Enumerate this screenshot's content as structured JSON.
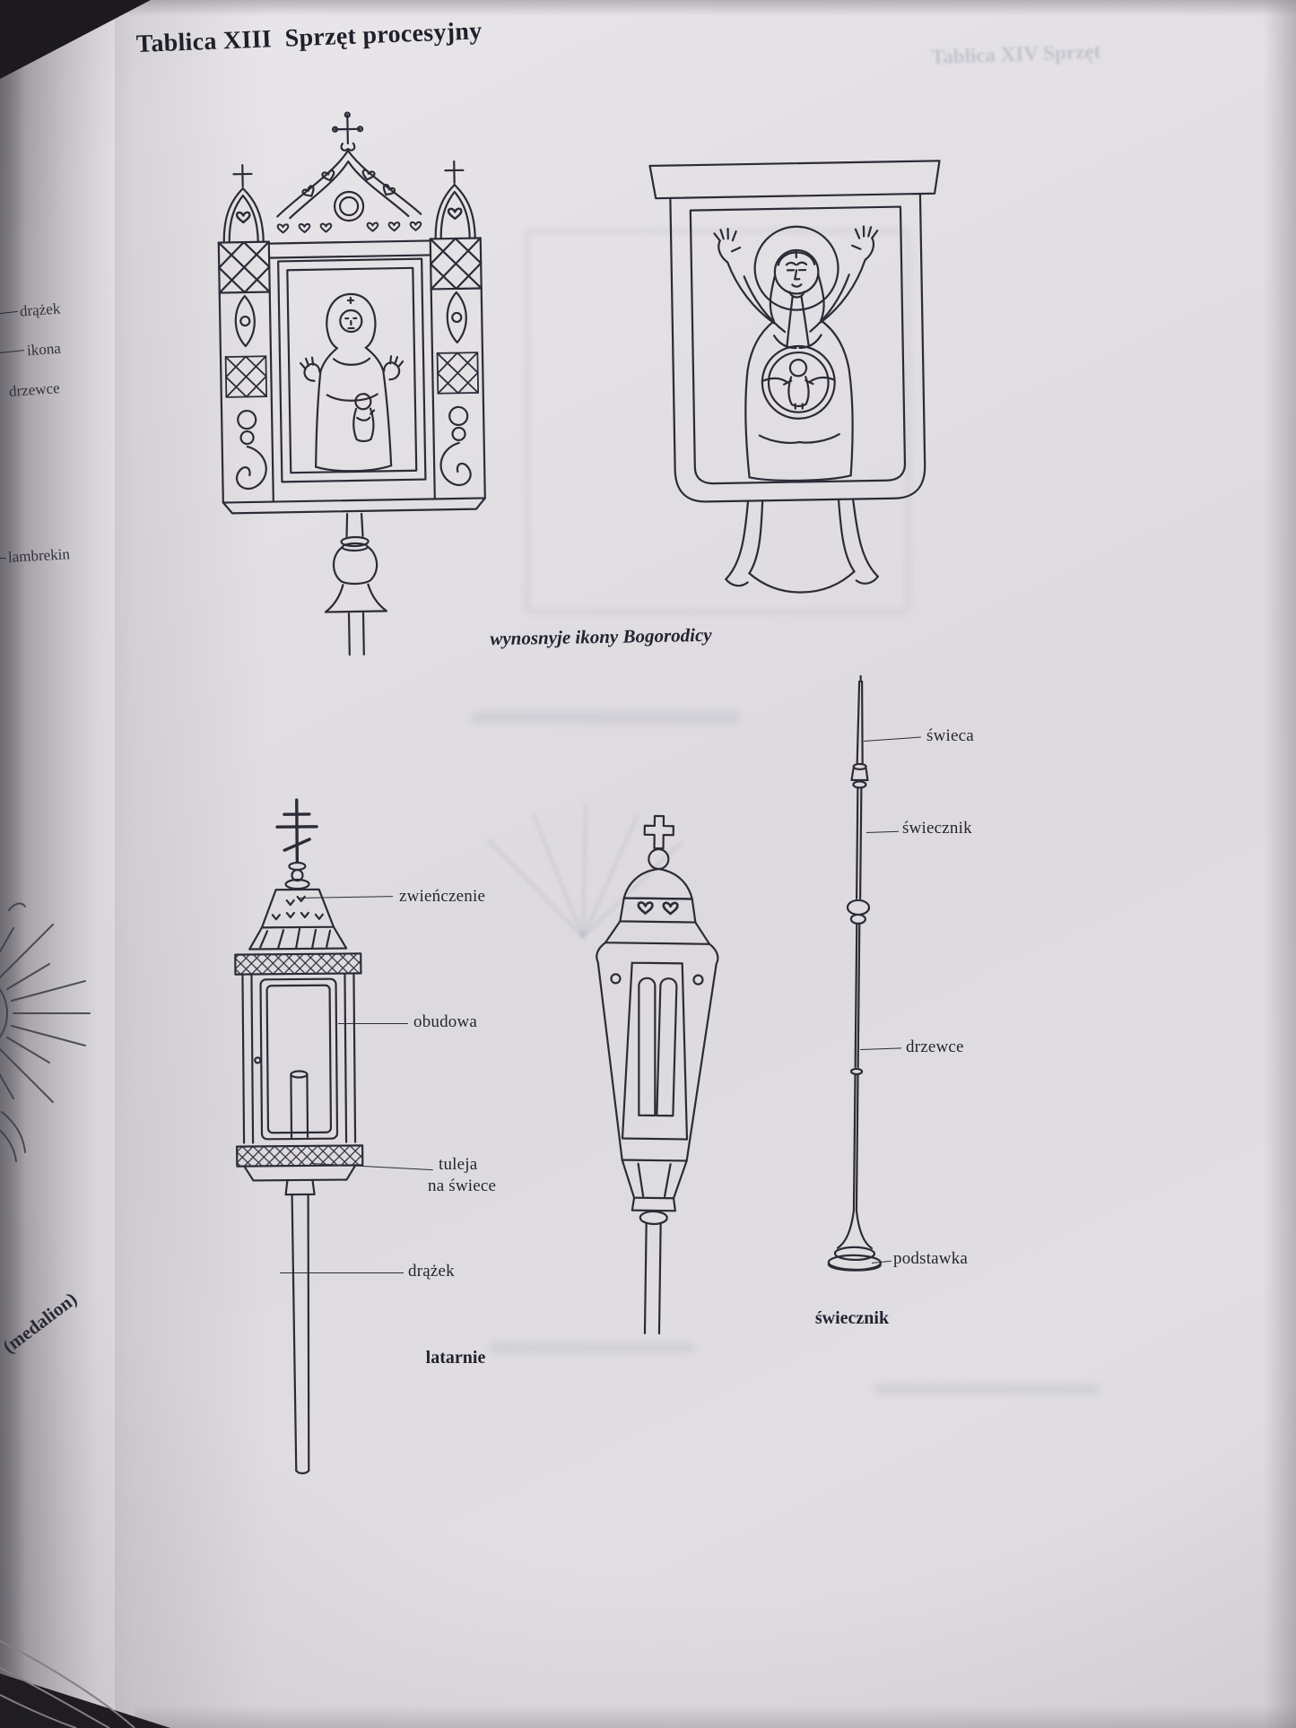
{
  "title": "Tablica XIII  Sprzęt procesyjny",
  "ghost_title": "Tablica XIV  Sprzęt",
  "margin_labels": {
    "drazek": "drążek",
    "ikona": "ikona",
    "drzewce": "drzewce",
    "lambrekin": "lambrekin"
  },
  "captions": {
    "icons": "wynosnyje ikony Bogorodicy",
    "lanterns": "latarnie",
    "candlestick": "świecznik"
  },
  "part_labels": {
    "zwienczenie": "zwieńczenie",
    "obudowa": "obudowa",
    "tuleja": "tuleja",
    "na_swiece": "na świece",
    "drazek": "drążek",
    "swieca": "świeca",
    "swiecznik": "świecznik",
    "drzewce": "drzewce",
    "podstawka": "podstawka"
  },
  "rotated_note": "(medalion)"
}
